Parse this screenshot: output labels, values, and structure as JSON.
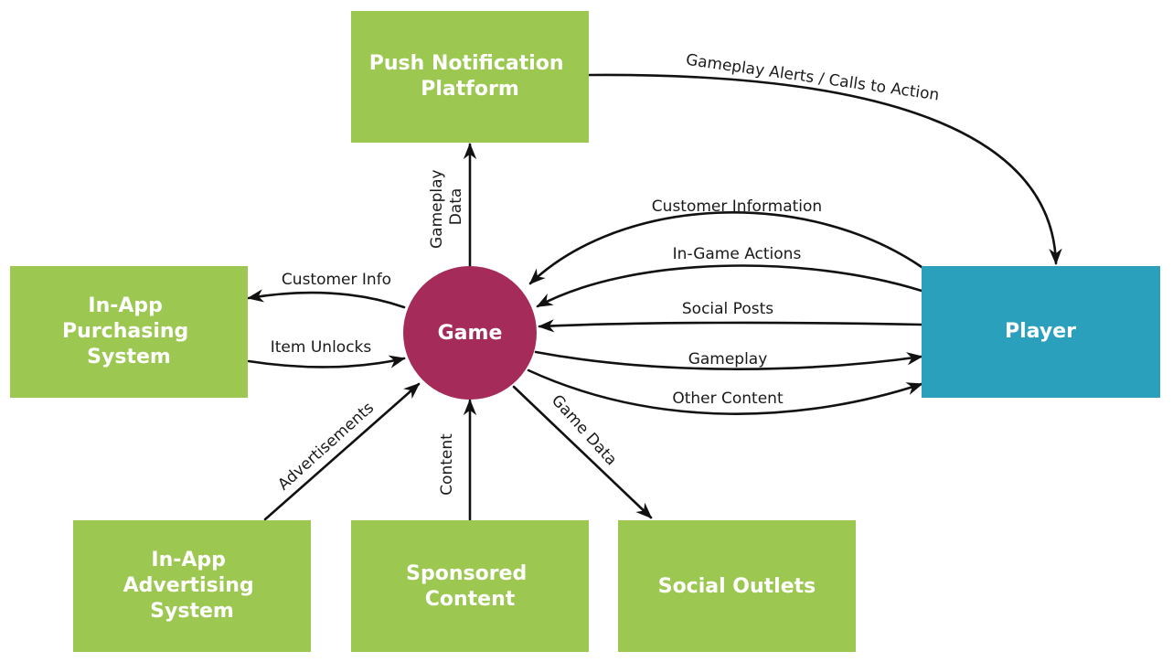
{
  "colors": {
    "system_box": "#9cc751",
    "player_box": "#2aa0bd",
    "game_circle": "#a52c5a",
    "line": "#111111"
  },
  "nodes": {
    "push": [
      "Push Notification",
      "Platform"
    ],
    "purchasing": [
      "In-App",
      "Purchasing",
      "System"
    ],
    "game": [
      "Game"
    ],
    "player": [
      "Player"
    ],
    "advertising": [
      "In-App",
      "Advertising",
      "System"
    ],
    "sponsored": [
      "Sponsored",
      "Content"
    ],
    "social_outlets": [
      "Social Outlets"
    ]
  },
  "edges": {
    "gameplay_alerts": "Gameplay Alerts / Calls to Action",
    "gameplay_data": [
      "Gameplay",
      "Data"
    ],
    "customer_info": "Customer Info",
    "item_unlocks": "Item Unlocks",
    "customer_information": "Customer Information",
    "in_game_actions": "In-Game Actions",
    "social_posts": "Social Posts",
    "gameplay": "Gameplay",
    "other_content": "Other Content",
    "advertisements": "Advertisements",
    "content": "Content",
    "game_data": "Game Data"
  }
}
